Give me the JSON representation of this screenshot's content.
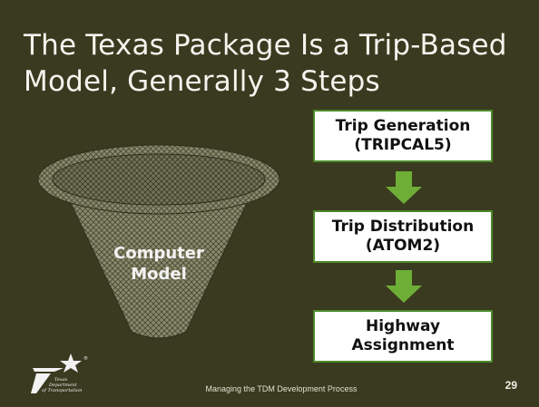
{
  "slide": {
    "title_line1": "The Texas Package Is a Trip-Based",
    "title_line2": "Model, Generally 3 Steps",
    "funnel": {
      "label_line1": "Computer",
      "label_line2": "Model"
    },
    "steps": [
      {
        "line1": "Trip Generation",
        "line2": "(TRIPCAL5)"
      },
      {
        "line1": "Trip Distribution",
        "line2": "(ATOM2)"
      },
      {
        "line1": "Highway",
        "line2": "Assignment"
      }
    ],
    "logo": {
      "lines": [
        "Texas",
        "Department",
        "of Transportation"
      ],
      "mark": "®"
    },
    "footer_text": "Managing the TDM Development Process",
    "page_number": "29"
  },
  "colors": {
    "background": "#3a3a20",
    "arrow_green": "#6eae37",
    "box_border": "#4c8a2a",
    "title_text": "#f4f4ee"
  }
}
